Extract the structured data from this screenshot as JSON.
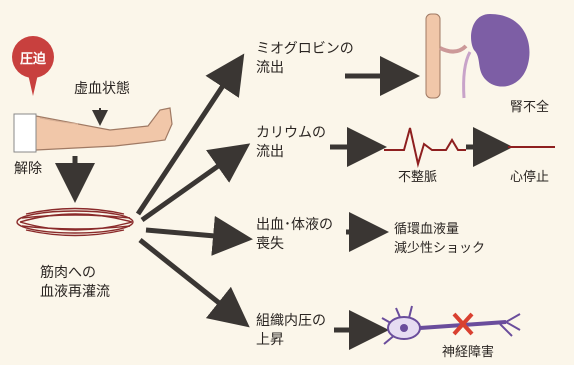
{
  "diagram": {
    "compression": {
      "badge": "圧迫",
      "ischemia_label": "虚血状態",
      "release_label": "解除"
    },
    "reperfusion_label": "筋肉への\n血液再灌流",
    "branches": [
      {
        "cause": "ミオグロビンの\n流出",
        "effects": [
          "腎不全"
        ]
      },
      {
        "cause": "カリウムの\n流出",
        "effects": [
          "不整脈",
          "心停止"
        ]
      },
      {
        "cause": "出血･体液の\n喪失",
        "effects": [
          "循環血液量\n減少性ショック"
        ]
      },
      {
        "cause": "組織内圧の\n上昇",
        "effects": [
          "神経障害"
        ]
      }
    ]
  },
  "colors": {
    "arrow": "#3a3633",
    "badge": "#c8403e",
    "ecg": "#8e1f1f",
    "kidney": "#7d5ea5",
    "skin": "#f1c7a9",
    "nerve": "#6a4d9c",
    "cross": "#d94030"
  }
}
